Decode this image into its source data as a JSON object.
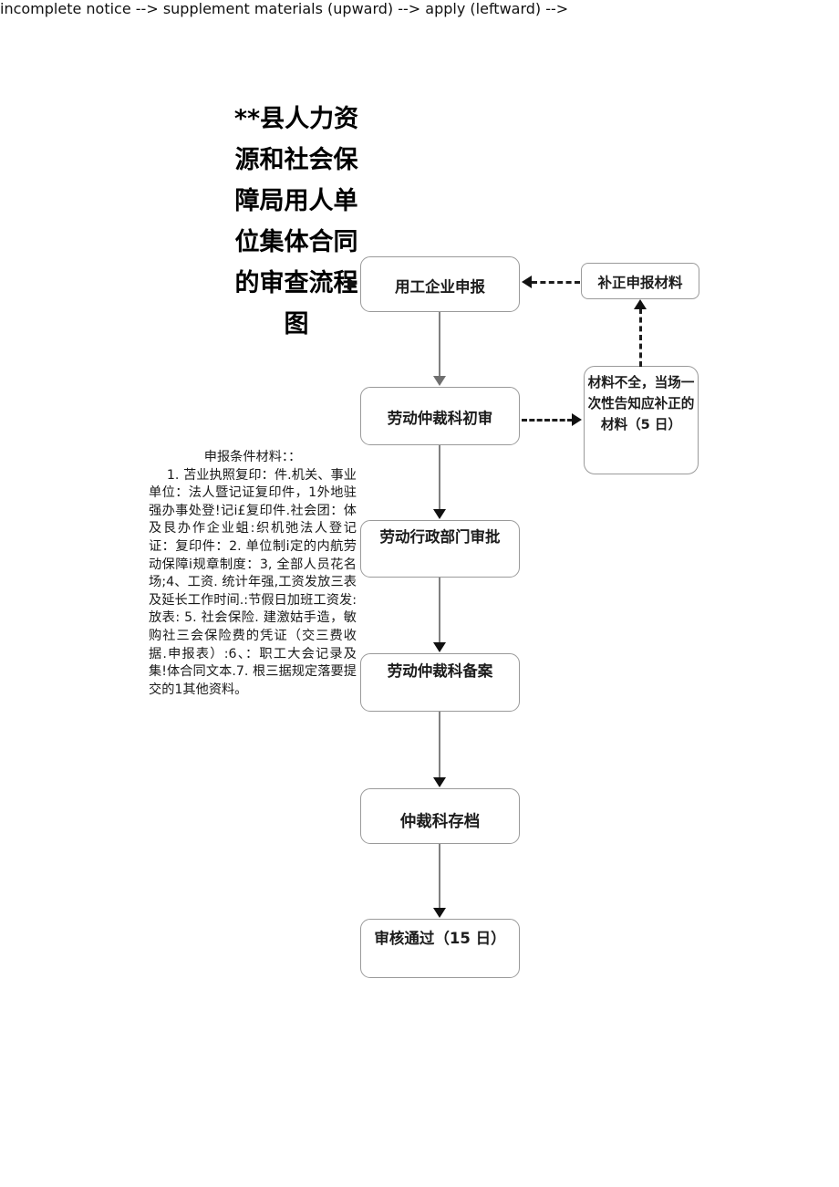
{
  "title": "**县人力资源和社会保障局用人单位集体合同的审查流程图",
  "requirements": {
    "heading": "申报条件材料：：",
    "body": "1. 苫业执照复印：件.机关、事业单位：法人暨记证复印件，1外地驻强办事处登!记i£复印件.社会团：体及艮办作企业蛆:织机弛法人登记证：复印件：2. 单位制i定的内航劳动保障i规章制度：3, 全部人员花名场;4、工资. 统计年强,工资发放三表及延长工作时间.:节假日加班工资发: 放表: 5. 社会保险. 建激姑手造，敏购社三会保险费的凭证（交三费收据.申报表）:6、：职工大会记录及集!体合同文本.7. 根三据规定落要提交的1其他资料。"
  },
  "nodes": {
    "apply": "用工企业申报",
    "first_review": "劳动仲裁科初审",
    "admin_approval": "劳动行政部门审批",
    "record_filing": "劳动仲裁科备案",
    "archive": "仲裁科存档",
    "approved": "审核通过（15 日）",
    "supplement_materials": "补正申报材料",
    "incomplete_notice": "材料不全，当场一次性告知应补正的材料（5 日）"
  },
  "colors": {
    "box_border": "#9a9a9a",
    "connector": "#808080",
    "dashed_connector": "#1d1d1d",
    "text": "#1c1c1c",
    "background": "#ffffff"
  }
}
